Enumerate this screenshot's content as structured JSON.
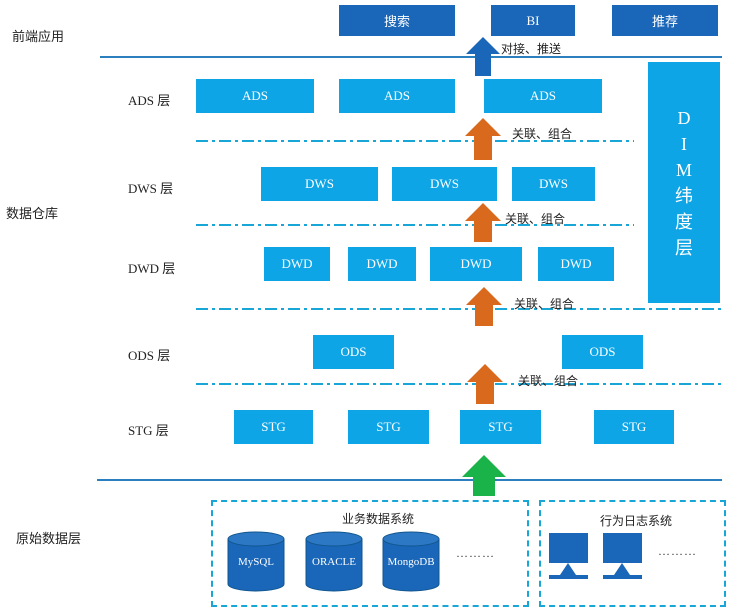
{
  "layers": {
    "frontend": "前端应用",
    "warehouse": "数据仓库",
    "ads": "ADS 层",
    "dws": "DWS 层",
    "dwd": "DWD 层",
    "ods": "ODS 层",
    "stg": "STG 层",
    "raw": "原始数据层"
  },
  "frontend_apps": [
    "搜索",
    "BI",
    "推荐"
  ],
  "ads_boxes": [
    "ADS",
    "ADS",
    "ADS"
  ],
  "dws_boxes": [
    "DWS",
    "DWS",
    "DWS"
  ],
  "dwd_boxes": [
    "DWD",
    "DWD",
    "DWD",
    "DWD"
  ],
  "ods_boxes": [
    "ODS",
    "ODS"
  ],
  "stg_boxes": [
    "STG",
    "STG",
    "STG",
    "STG"
  ],
  "arrow_labels": {
    "push": "对接、推送",
    "relate1": "关联、组合",
    "relate2": "关联、组合",
    "relate3": "关联、组合",
    "relate4": "关联、组合"
  },
  "dim": [
    "D",
    "I",
    "M",
    "纬",
    "度",
    "层"
  ],
  "sources": {
    "business_title": "业务数据系统",
    "databases": [
      "MySQL",
      "ORACLE",
      "MongoDB"
    ],
    "business_more": "………",
    "log_title": "行为日志系统",
    "log_more": "………"
  },
  "colors": {
    "box": "#0ea5e6",
    "frontend_box": "#1a66b8",
    "up_arrow_blue": "#1a66b8",
    "up_arrow_orange": "#d9691c",
    "up_arrow_green": "#1ab34a"
  }
}
